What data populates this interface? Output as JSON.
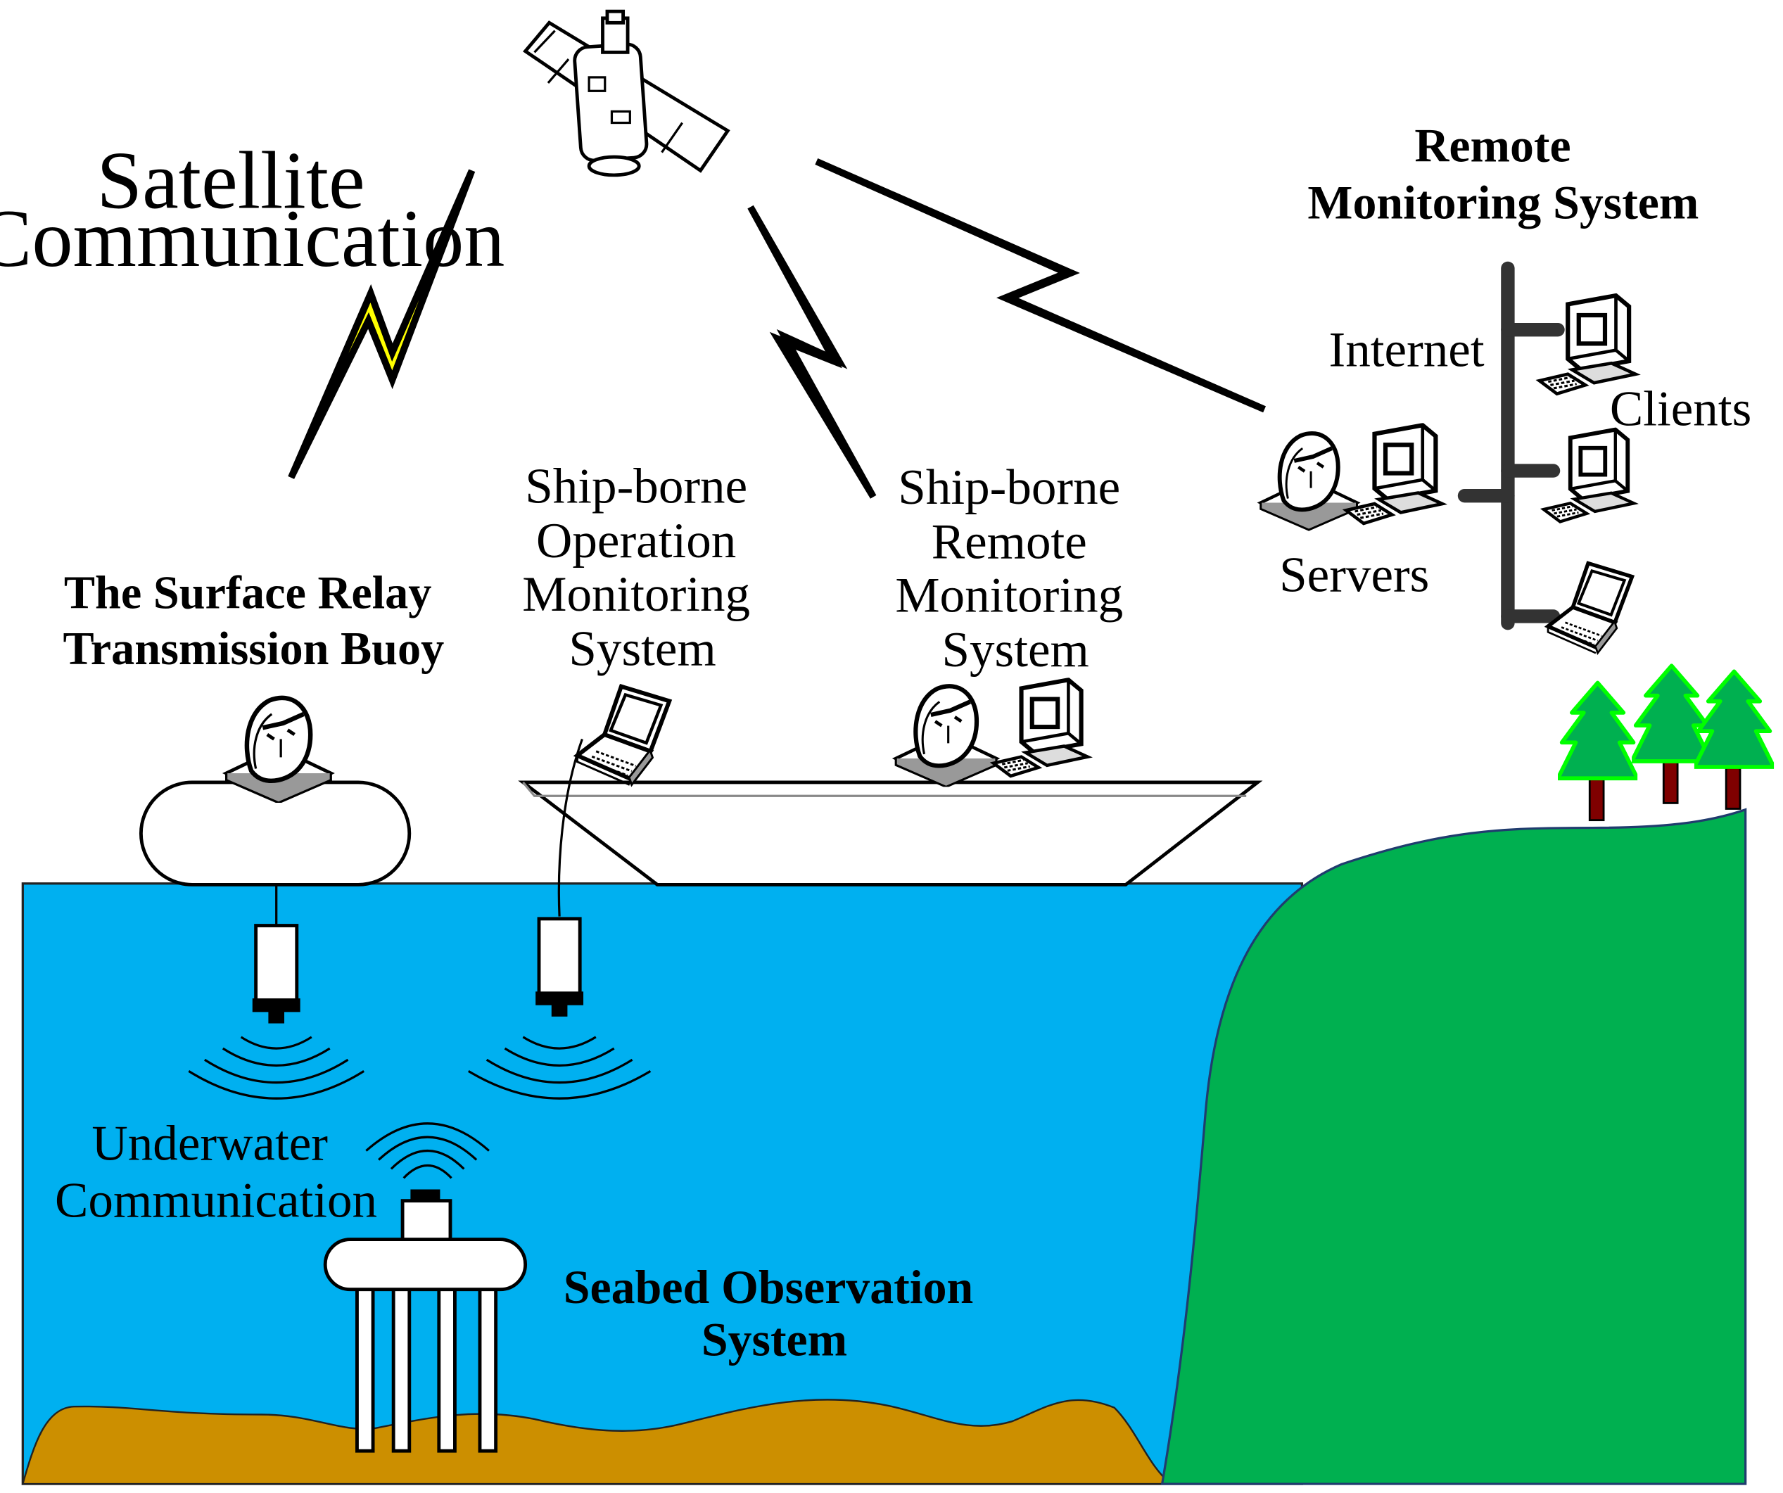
{
  "labels": {
    "satellite_comm": [
      "Satellite",
      "Communication"
    ],
    "remote_monitoring": [
      "Remote",
      "Monitoring System"
    ],
    "internet": "Internet",
    "clients": "Clients",
    "servers": "Servers",
    "surface_buoy": [
      "The Surface Relay",
      "Transmission Buoy"
    ],
    "ship_operation": [
      "Ship-borne",
      "Operation",
      "Monitoring",
      "System"
    ],
    "ship_remote": [
      "Ship-borne",
      "Remote",
      "Monitoring",
      "System"
    ],
    "underwater_comm": [
      "Underwater",
      "Communication"
    ],
    "seabed": [
      "Seabed Observation",
      "System"
    ]
  },
  "colors": {
    "sea": "#00b0f0",
    "land": "#00b050",
    "seabed_sand": "#cc8f00",
    "lightning_fill": "#ffff00",
    "tree_green": "#00b050",
    "tree_outline": "#00ff00",
    "tree_trunk": "#7f0000",
    "outline": "#000000"
  },
  "icons": {
    "satellite": "satellite-icon",
    "lightning": "lightning-bolt-icon",
    "operator": "operator-head-icon",
    "desktop": "desktop-computer-icon",
    "laptop": "laptop-icon",
    "tree": "tree-icon",
    "sonar": "sonar-waves-icon"
  }
}
